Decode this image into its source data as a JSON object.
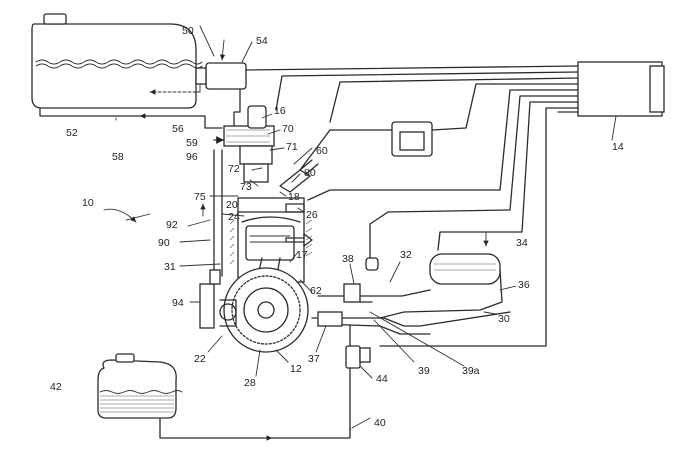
{
  "labels": {
    "l50": "50",
    "l54": "54",
    "l52": "52",
    "l58": "58",
    "l56": "56",
    "l59": "59",
    "l96": "96",
    "l16": "16",
    "l70": "70",
    "l71": "71",
    "l60": "60",
    "l72": "72",
    "l73": "73",
    "l80": "80",
    "l75": "75",
    "l18": "18",
    "l20": "20",
    "l26": "26",
    "l24": "24",
    "l10": "10",
    "l92": "92",
    "l90": "90",
    "l17": "17",
    "l31": "31",
    "l62": "62",
    "l38": "38",
    "l32": "32",
    "l34": "34",
    "l36": "36",
    "l94": "94",
    "l30": "30",
    "l22": "22",
    "l28": "28",
    "l37": "37",
    "l39": "39",
    "l39a": "39a",
    "l44": "44",
    "l12": "12",
    "l42": "42",
    "l40": "40",
    "l14": "14"
  }
}
